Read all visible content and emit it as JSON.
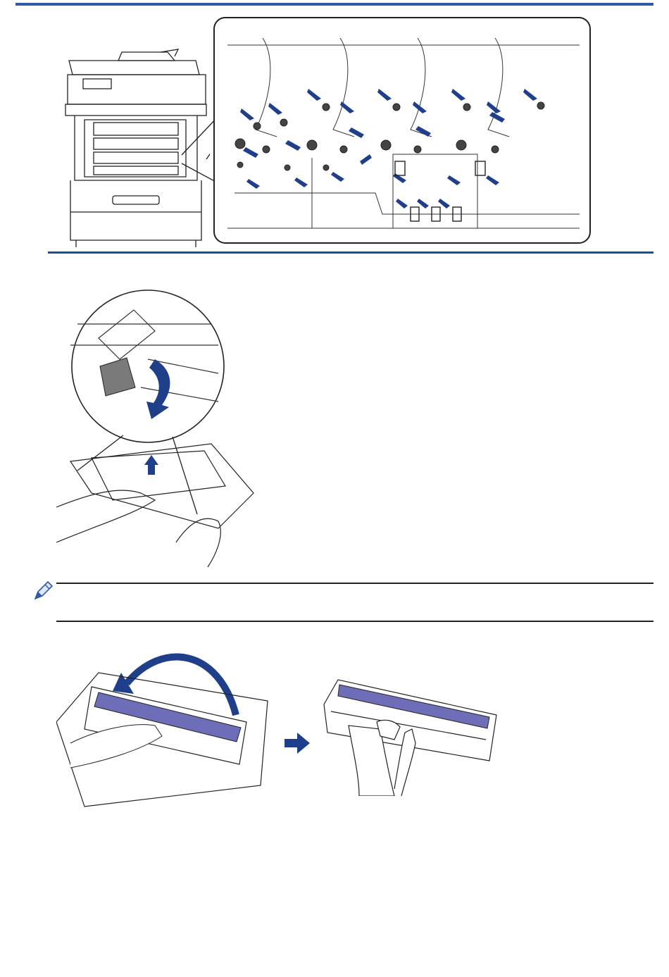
{
  "page": {
    "colors": {
      "accent": "#2e5aa8",
      "arrow": "#1f3f8a",
      "drum": "#6d6db8",
      "line": "#222222"
    }
  },
  "figures": [
    {
      "id": "printer-overview",
      "icon": "printer-open-illustration"
    },
    {
      "id": "cleaning-points-callout",
      "icon": "drum-cleaning-points-arrows"
    },
    {
      "id": "drum-lever-step",
      "icon": "drum-lock-lever-illustration"
    },
    {
      "id": "drum-rotate-step",
      "icon": "drum-rotate-illustration"
    },
    {
      "id": "drum-inspect-step",
      "icon": "drum-inspect-illustration"
    }
  ],
  "note": {
    "icon": "pencil-note-icon"
  }
}
